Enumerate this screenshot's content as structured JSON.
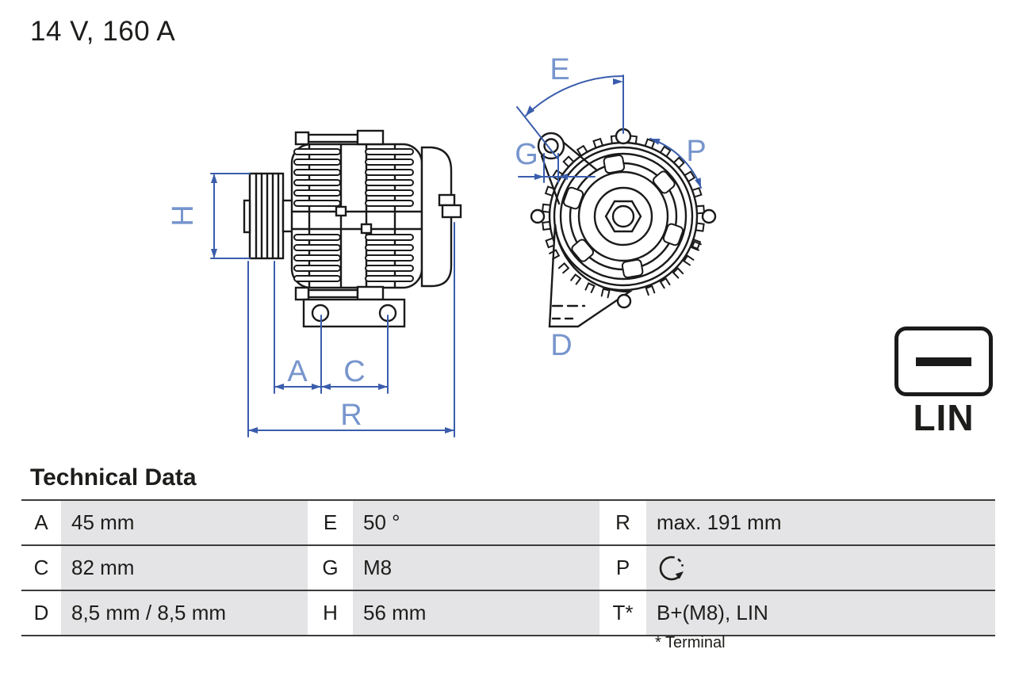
{
  "header": {
    "title": "14 V, 160 A"
  },
  "drawing": {
    "labels": {
      "H": "H",
      "A": "A",
      "C": "C",
      "R": "R",
      "E": "E",
      "G": "G",
      "P": "P",
      "D": "D"
    },
    "colors": {
      "outline": "#1a1a1a",
      "dimension_line": "#3a5dac",
      "dimension_label": "#7795cd"
    }
  },
  "lin_badge": {
    "label": "LIN"
  },
  "technical_data": {
    "heading": "Technical Data",
    "rows": [
      [
        {
          "key": "A",
          "value": "45 mm"
        },
        {
          "key": "E",
          "value": "50 °"
        },
        {
          "key": "R",
          "value": "max. 191 mm"
        }
      ],
      [
        {
          "key": "C",
          "value": "82 mm"
        },
        {
          "key": "G",
          "value": "M8"
        },
        {
          "key": "P",
          "value": "",
          "icon": "rotation-clockwise-icon"
        }
      ],
      [
        {
          "key": "D",
          "value": "8,5 mm / 8,5 mm"
        },
        {
          "key": "H",
          "value": "56 mm"
        },
        {
          "key": "T*",
          "value": "B+(M8), LIN"
        }
      ]
    ],
    "footnote": "* Terminal",
    "row_background": "#e4e4e6"
  }
}
